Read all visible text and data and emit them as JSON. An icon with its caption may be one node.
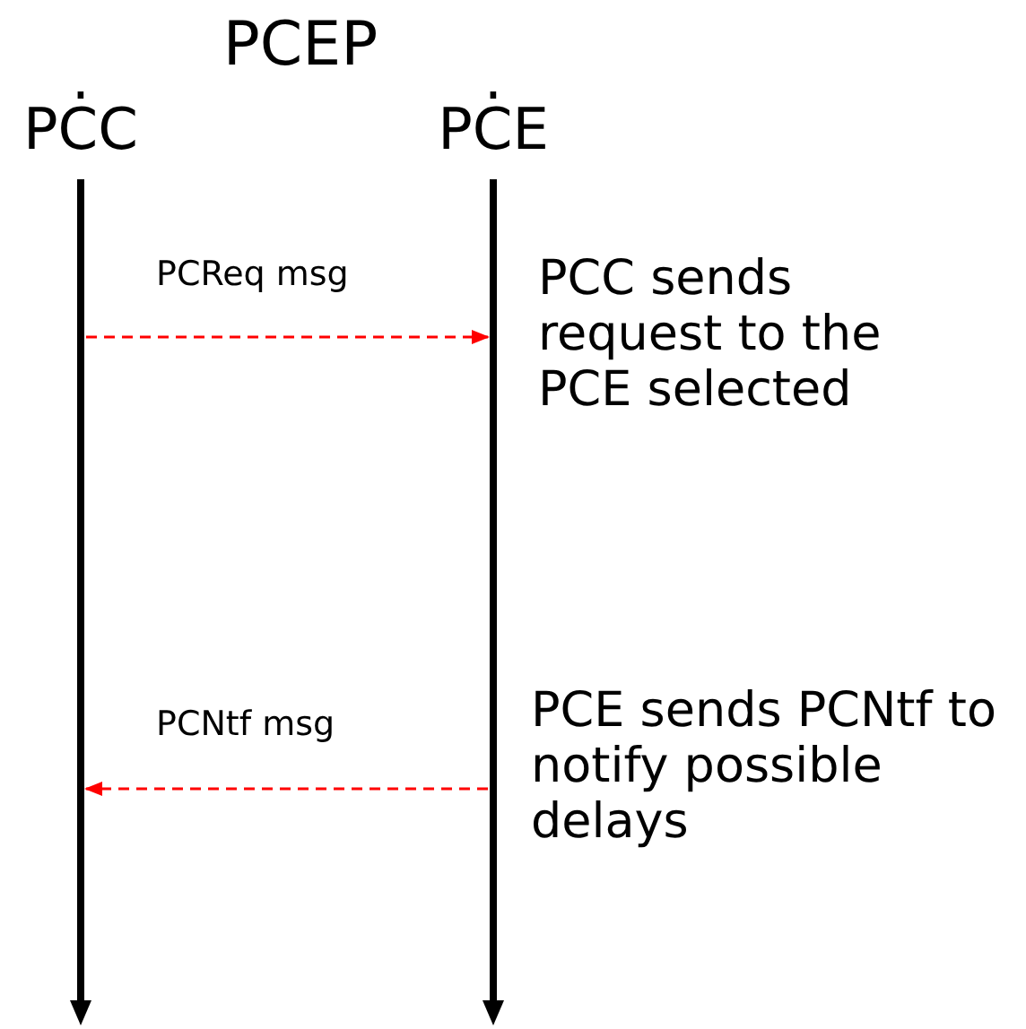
{
  "diagram": {
    "title": "PCEP",
    "nodes": [
      {
        "text": [
          ".",
          "PCC"
        ]
      },
      {
        "text": [
          ".",
          "PCE"
        ]
      }
    ],
    "edges": [
      {
        "from": 0,
        "to": 1,
        "arrow": "to",
        "label": "PCReq msg",
        "style": "dashed",
        "color": "#ff0000"
      },
      {
        "from": 1,
        "to": 0,
        "arrow": "to",
        "label": "PCNtf msg",
        "style": "dashed",
        "color": "#ff0000"
      }
    ],
    "labels": [
      "PCC sends request to the PCE selected",
      "PCE sends PCNtf to notify possible delays"
    ]
  }
}
